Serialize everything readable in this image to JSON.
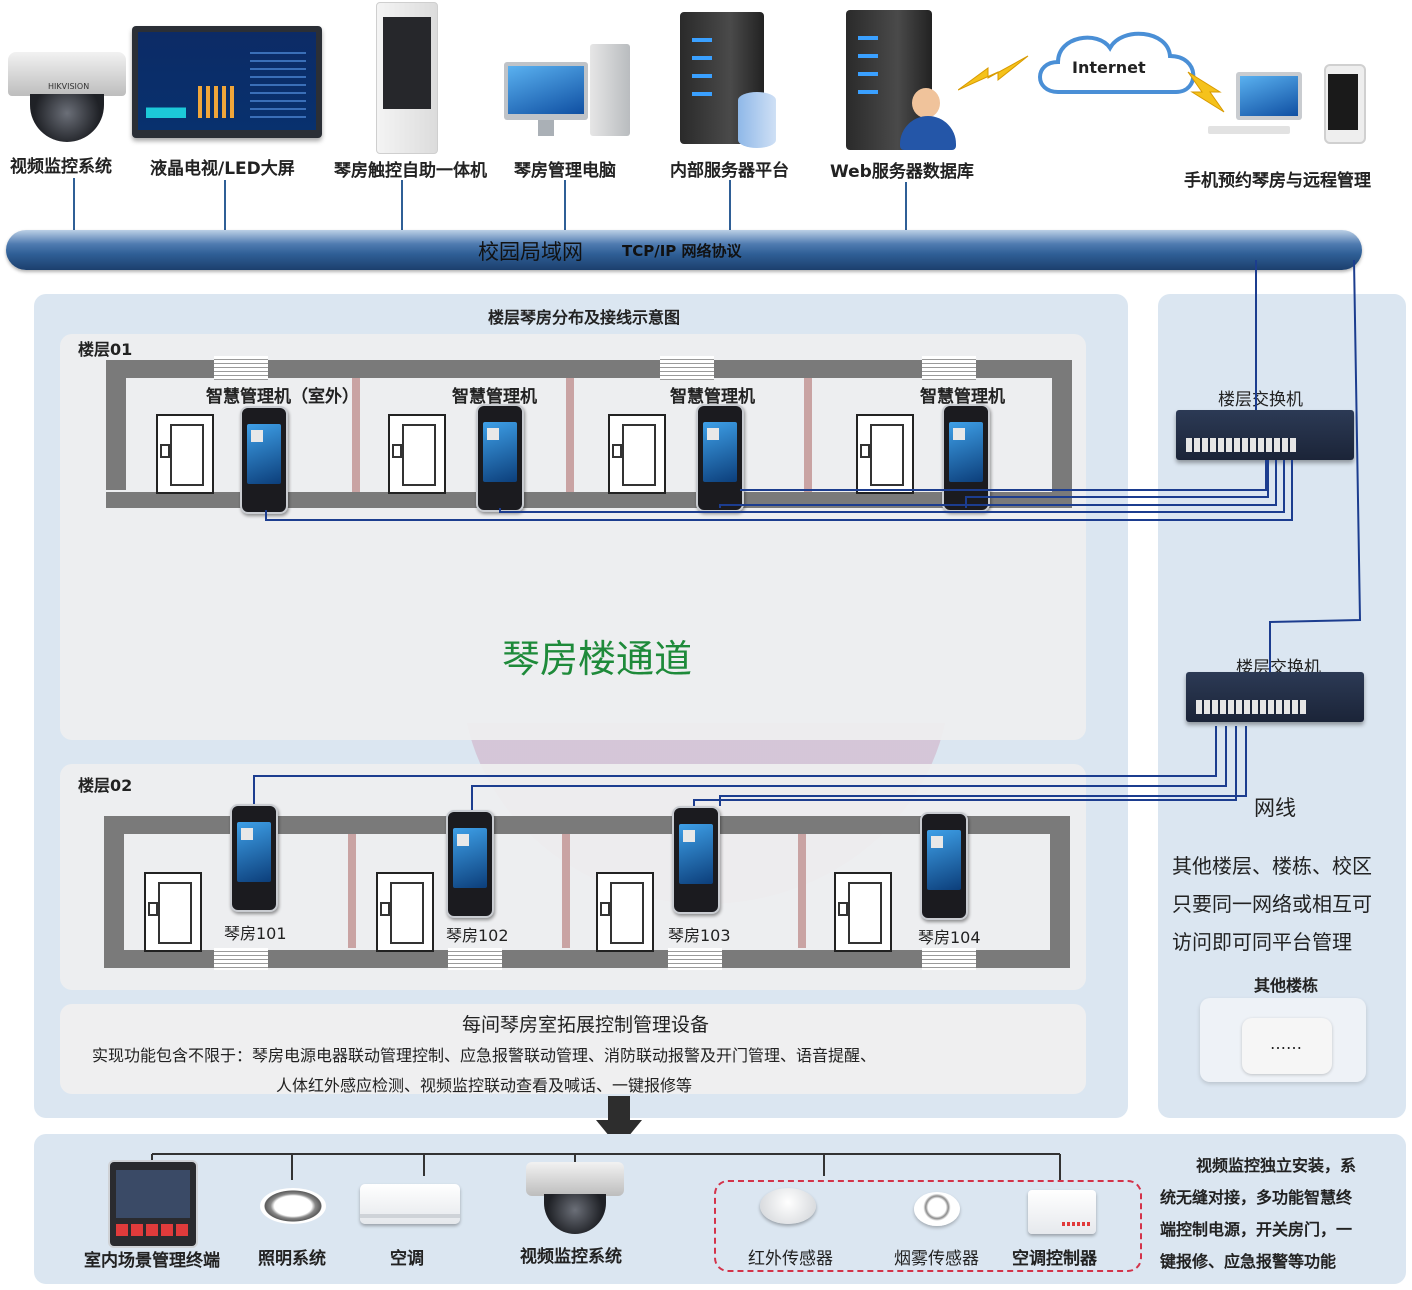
{
  "top_devices": [
    {
      "label": "视频监控系统",
      "icon": "dome-camera-icon"
    },
    {
      "label": "液晶电视/LED大屏",
      "icon": "led-screen-icon"
    },
    {
      "label": "琴房触控自助一体机",
      "icon": "kiosk-icon"
    },
    {
      "label": "琴房管理电脑",
      "icon": "desktop-computer-icon"
    },
    {
      "label": "内部服务器平台",
      "icon": "server-icon"
    },
    {
      "label": "Web服务器数据库",
      "icon": "web-server-icon"
    },
    {
      "label": "手机预约琴房与远程管理",
      "icon": "mobile-phone-icon"
    }
  ],
  "internet_label": "Internet",
  "screen_logo": "HIKVISION",
  "network_bar": {
    "name": "校园局域网",
    "protocol": "TCP/IP 网络协议"
  },
  "floor_diagram_title": "楼层琴房分布及接线示意图",
  "floor01": {
    "label": "楼层01",
    "terminals": [
      "智慧管理机（室外）",
      "智慧管理机",
      "智慧管理机",
      "智慧管理机"
    ],
    "corridor_label": "琴房楼通道"
  },
  "floor02": {
    "label": "楼层02",
    "rooms": [
      "琴房101",
      "琴房102",
      "琴房103",
      "琴房104"
    ]
  },
  "switches": [
    "楼层交换机",
    "楼层交换机"
  ],
  "cable_label": "网线",
  "other_note_lines": [
    "其他楼层、楼栋、校区",
    "只要同一网络或相互可",
    "访问即可同平台管理"
  ],
  "other_buildings": {
    "title": "其他楼栋",
    "placeholder": "……"
  },
  "extension": {
    "title": "每间琴房室拓展控制管理设备",
    "lines": [
      "实现功能包含不限于：琴房电源电器联动管理控制、应急报警联动管理、消防联动报警及开门管理、语音提醒、",
      "人体红外感应检测、视频监控联动查看及喊话、一键报修等"
    ]
  },
  "bottom_devices": [
    {
      "label": "室内场景管理终端",
      "icon": "scene-terminal-icon"
    },
    {
      "label": "照明系统",
      "icon": "ceiling-light-icon"
    },
    {
      "label": "空调",
      "icon": "air-conditioner-icon"
    },
    {
      "label": "视频监控系统",
      "icon": "dome-camera-icon"
    },
    {
      "label": "红外传感器",
      "icon": "infrared-sensor-icon"
    },
    {
      "label": "烟雾传感器",
      "icon": "smoke-sensor-icon"
    },
    {
      "label": "空调控制器",
      "icon": "ac-controller-icon"
    }
  ],
  "bottom_note_lines": [
    "视频监控独立安装，系",
    "统无缝对接，多功能智慧终",
    "端控制电源，开关房门，一",
    "键报修、应急报警等功能"
  ],
  "colors": {
    "network_bar": "#2f5f96",
    "panel": "#dbe6f1",
    "floor": "#efeff0",
    "corridor_text": "#1e8a3a",
    "cable": "#1c3d8f"
  }
}
